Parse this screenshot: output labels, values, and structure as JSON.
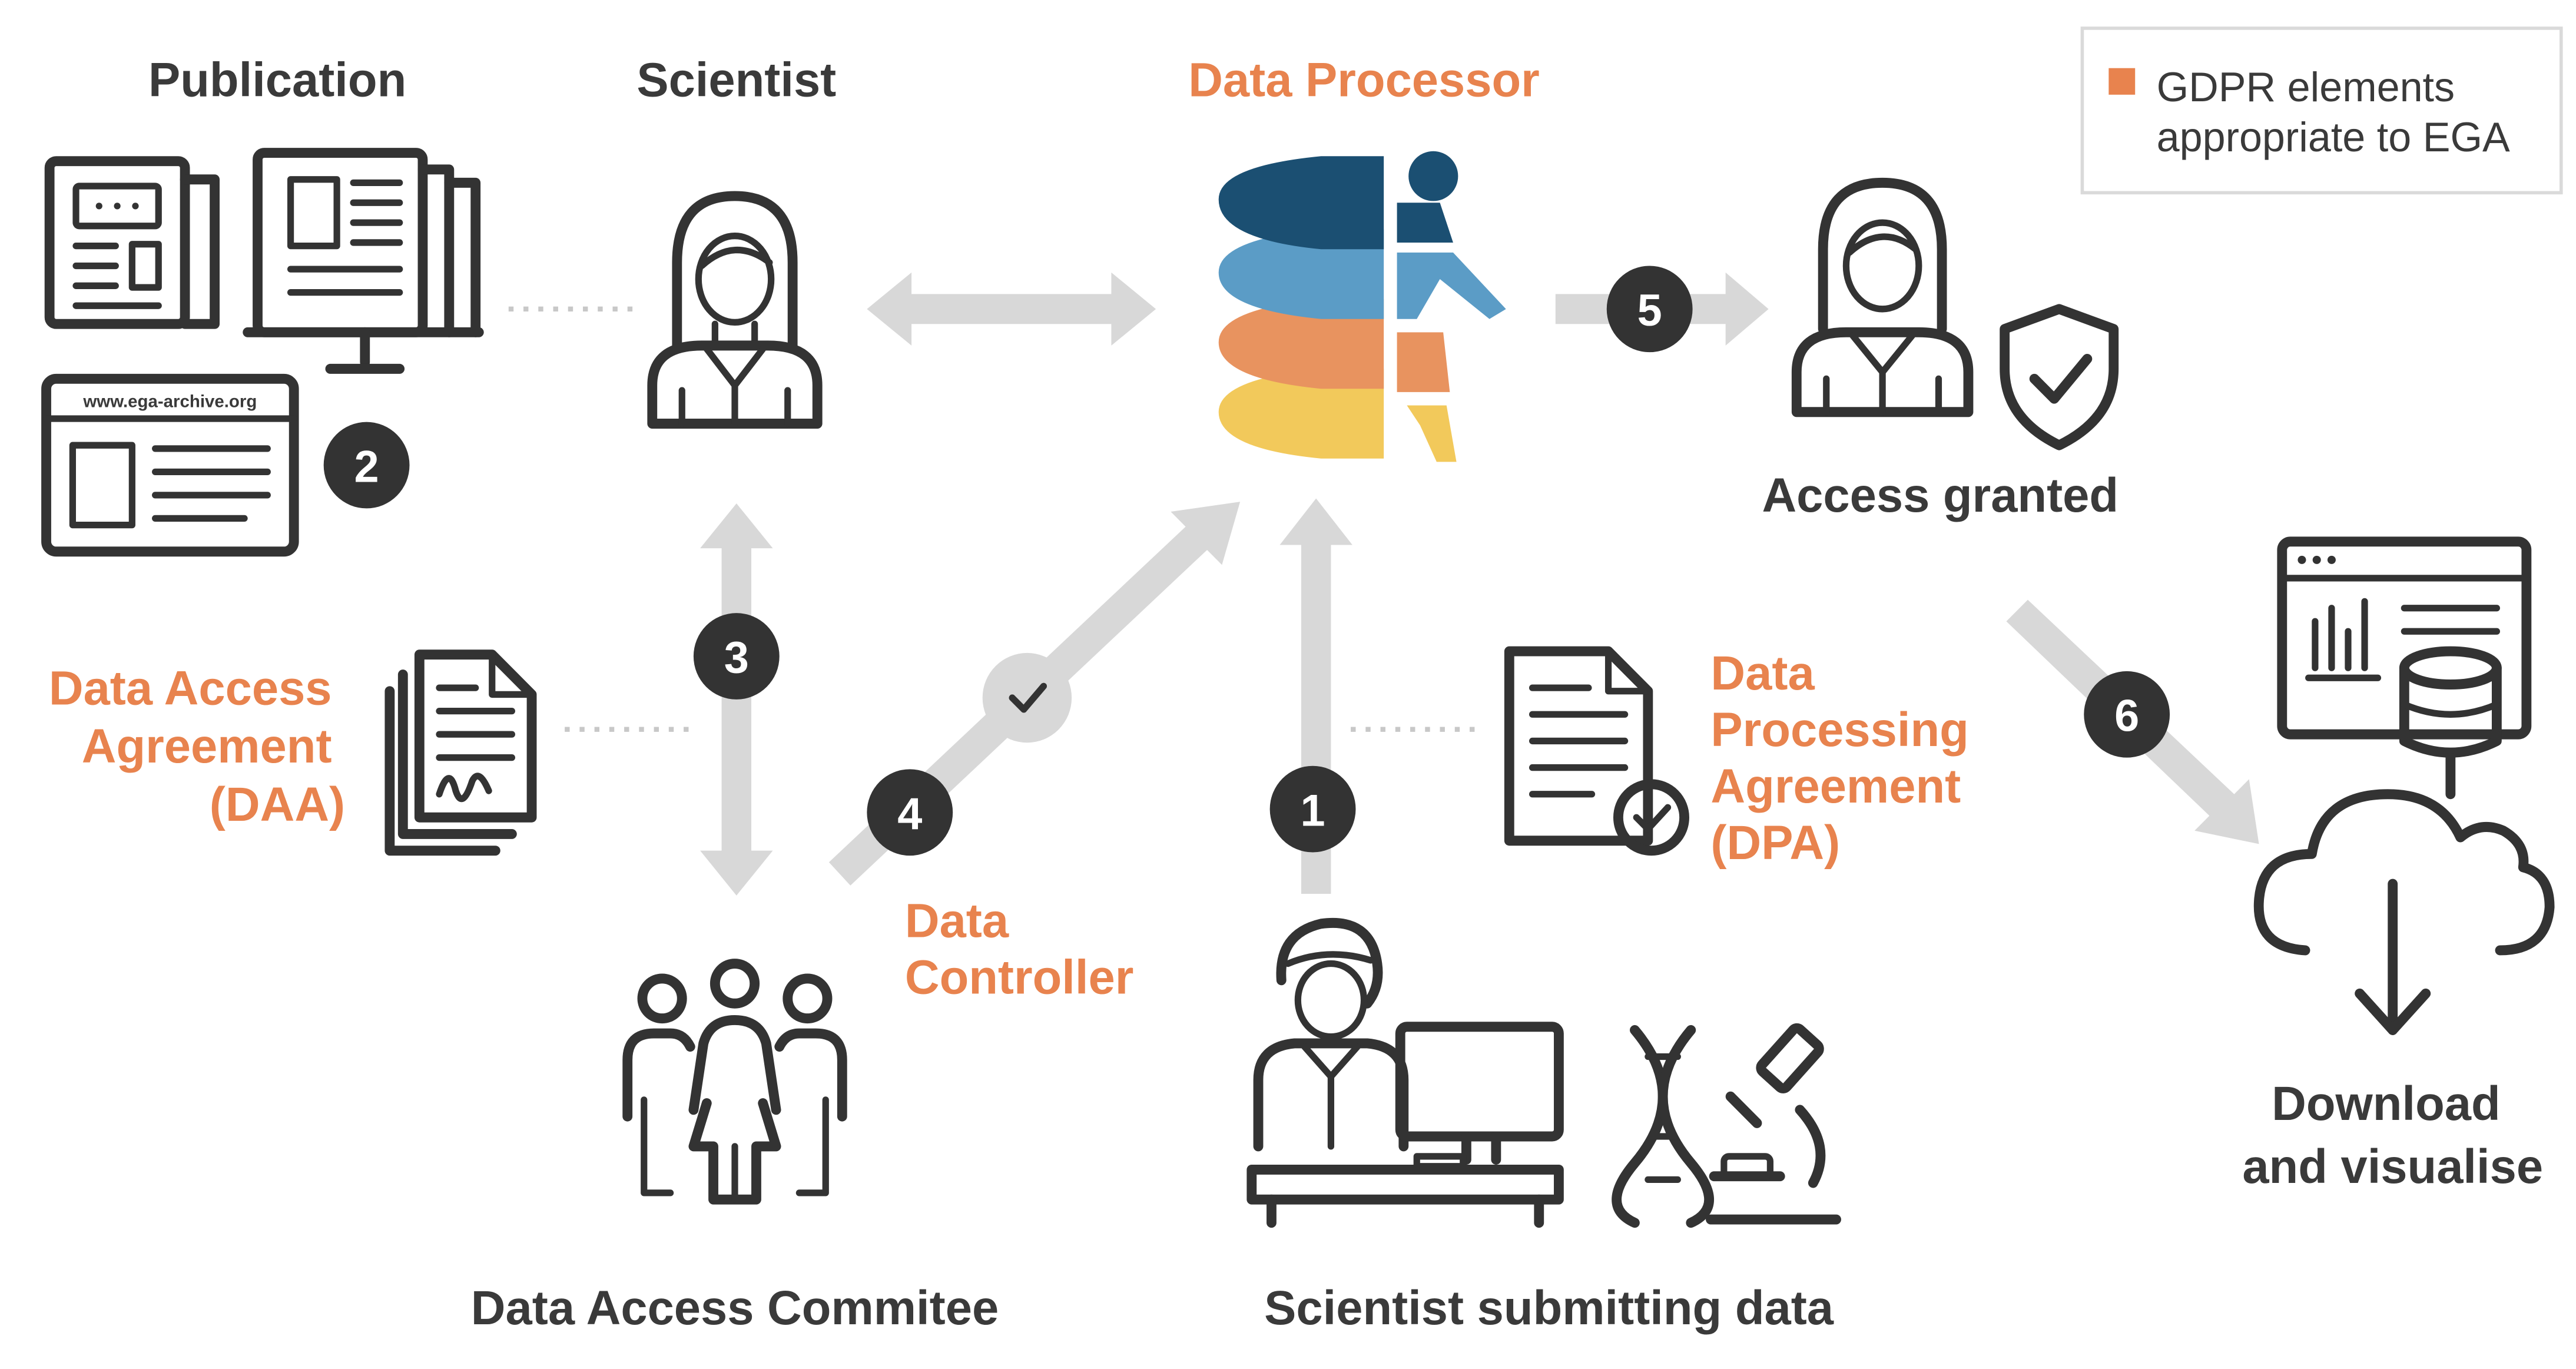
{
  "colors": {
    "orange": "#e8834e",
    "dark": "#3a3a3a",
    "arrow": "#d8d8d8",
    "db_navy": "#1b4f72",
    "db_blue": "#5b9cc6",
    "db_orange": "#e8935f",
    "db_yellow": "#f2c95b"
  },
  "legend": {
    "line1": "GDPR elements",
    "line2": "appropriate to EGA"
  },
  "labels": {
    "publication": "Publication",
    "scientist": "Scientist",
    "data_processor": "Data Processor",
    "access_granted": "Access granted",
    "daa": [
      "Data Access",
      "Agreement",
      "(DAA)"
    ],
    "dpa": [
      "Data",
      "Processing",
      "Agreement",
      "(DPA)"
    ],
    "data_controller": [
      "Data",
      "Controller"
    ],
    "download": [
      "Download",
      "and visualise"
    ],
    "committee": "Data Access Commitee",
    "submitting": "Scientist submitting data",
    "url": "www.ega-archive.org"
  },
  "steps": [
    "1",
    "2",
    "3",
    "4",
    "5",
    "6"
  ],
  "icons": [
    "newspaper-icon",
    "monitor-article-icon",
    "website-icon",
    "scientist-icon",
    "database-person-icon",
    "scientist-granted-icon",
    "shield-check-icon",
    "signed-documents-icon",
    "dpa-document-icon",
    "group-icon",
    "scientist-computer-icon",
    "dna-icon",
    "microscope-icon",
    "dashboard-icon",
    "database-icon",
    "cloud-download-icon"
  ]
}
